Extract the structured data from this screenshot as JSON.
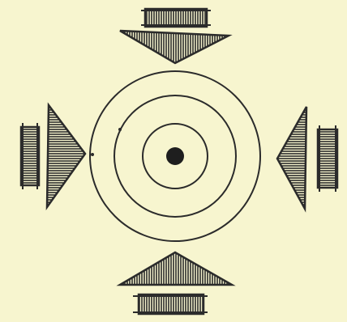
{
  "diagram": {
    "background": "#f7f5cf",
    "ink": "#2b2b2b",
    "elements": [
      "concentric-target-rings",
      "center-dot",
      "wedge-bar-top",
      "wedge-bar-bottom",
      "wedge-bar-left",
      "wedge-bar-right"
    ]
  }
}
